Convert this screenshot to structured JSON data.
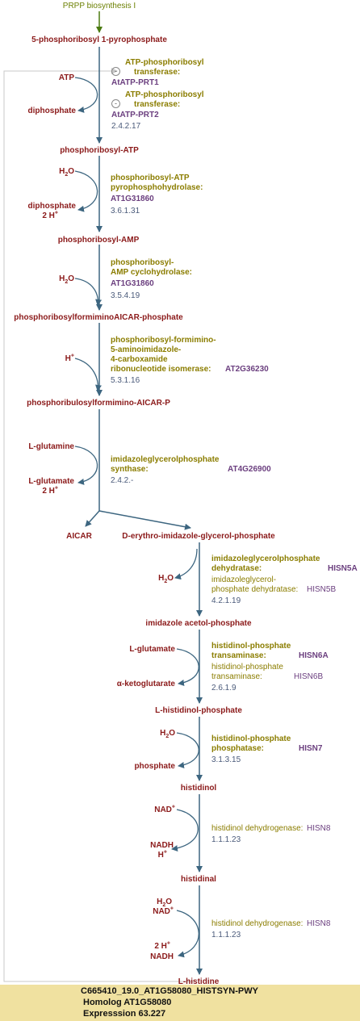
{
  "source_pathway": "PRPP biosynthesis I",
  "metabolites": {
    "m1": "5-phosphoribosyl 1-pyrophosphate",
    "m2": "phosphoribosyl-ATP",
    "m3": "phosphoribosyl-AMP",
    "m4": "phosphoribosylformiminoAICAR-phosphate",
    "m5": "phosphoribulosylformimino-AICAR-P",
    "m6a": "AICAR",
    "m6b": "D-erythro-imidazole-glycerol-phosphate",
    "m7": "imidazole acetol-phosphate",
    "m8": "L-histidinol-phosphate",
    "m9": "histidinol",
    "m10": "histidinal",
    "m11": "L-histidine"
  },
  "side": {
    "s1_in": "ATP",
    "s1_out": "diphosphate",
    "s2_in": "H2O",
    "s2_out1": "diphosphate",
    "s2_out2": "2 H+",
    "s3_in": "H2O",
    "s4_in": "H+",
    "s5_in": "L-glutamine",
    "s5_out1": "L-glutamate",
    "s5_out2": "2 H+",
    "s6_out": "H2O",
    "s7_in": "L-glutamate",
    "s7_out": "α-ketoglutarate",
    "s8_in": "H2O",
    "s8_out": "phosphate",
    "s9_in": "NAD+",
    "s9_out1": "NADH",
    "s9_out2": "H+",
    "s10_in1": "H2O",
    "s10_in2": "NAD+",
    "s10_out1": "2 H+",
    "s10_out2": "NADH"
  },
  "steps": {
    "e1a_name1": "ATP-phosphoribosyl",
    "e1a_name2": "transferase:",
    "e1a_gene": "AtATP-PRT1",
    "e1b_name1": "ATP-phosphoribosyl",
    "e1b_name2": "transferase:",
    "e1b_gene": "AtATP-PRT2",
    "e1_ec": "2.4.2.17",
    "e2_name1": "phosphoribosyl-ATP",
    "e2_name2": "pyrophosphohydrolase:",
    "e2_gene": "AT1G31860",
    "e2_ec": "3.6.1.31",
    "e3_name1": "phosphoribosyl-",
    "e3_name2": "AMP cyclohydrolase:",
    "e3_gene": "AT1G31860",
    "e3_ec": "3.5.4.19",
    "e4_name1": "phosphoribosyl-formimino-",
    "e4_name2": "5-aminoimidazole-",
    "e4_name3": "4-carboxamide",
    "e4_name4": "ribonucleotide isomerase:",
    "e4_gene": "AT2G36230",
    "e4_ec": "5.3.1.16",
    "e5_name1": "imidazoleglycerolphosphate",
    "e5_name2": "synthase:",
    "e5_gene": "AT4G26900",
    "e5_ec": "2.4.2.-",
    "e6a_name1": "imidazoleglycerolphosphate",
    "e6a_name2": "dehydratase:",
    "e6a_gene": "HISN5A",
    "e6b_name1": "imidazoleglycerol-",
    "e6b_name2": "phosphate dehydratase:",
    "e6b_gene": "HISN5B",
    "e6_ec": "4.2.1.19",
    "e7a_name1": "histidinol-phosphate",
    "e7a_name2": "transaminase:",
    "e7a_gene": "HISN6A",
    "e7b_name1": "histidinol-phosphate",
    "e7b_name2": "transaminase:",
    "e7b_gene": "HISN6B",
    "e7_ec": "2.6.1.9",
    "e8_name1": "histidinol-phosphate",
    "e8_name2": "phosphatase:",
    "e8_gene": "HISN7",
    "e8_ec": "3.1.3.15",
    "e9_name": "histidinol dehydrogenase:",
    "e9_gene": "HISN8",
    "e9_ec": "1.1.1.23",
    "e10_name": "histidinol dehydrogenase:",
    "e10_gene": "HISN8",
    "e10_ec": "1.1.1.23"
  },
  "inhibitor_symbol": "-",
  "footer": {
    "line1": "C665410_19.0_AT1G58080_HISTSYN-PWY",
    "line2": "Homolog AT1G58080",
    "line3": "Expresssion 63.227"
  },
  "colors": {
    "metabolite": "#8b1a1a",
    "enzyme": "#8b7d00",
    "gene": "#6b3f7f",
    "ec": "#4a5a7a",
    "arrow": "#3d6680",
    "source_arrow": "#4a7a10",
    "feedback": "#c8c8c8",
    "footer_bg": "#f0e1a0"
  }
}
